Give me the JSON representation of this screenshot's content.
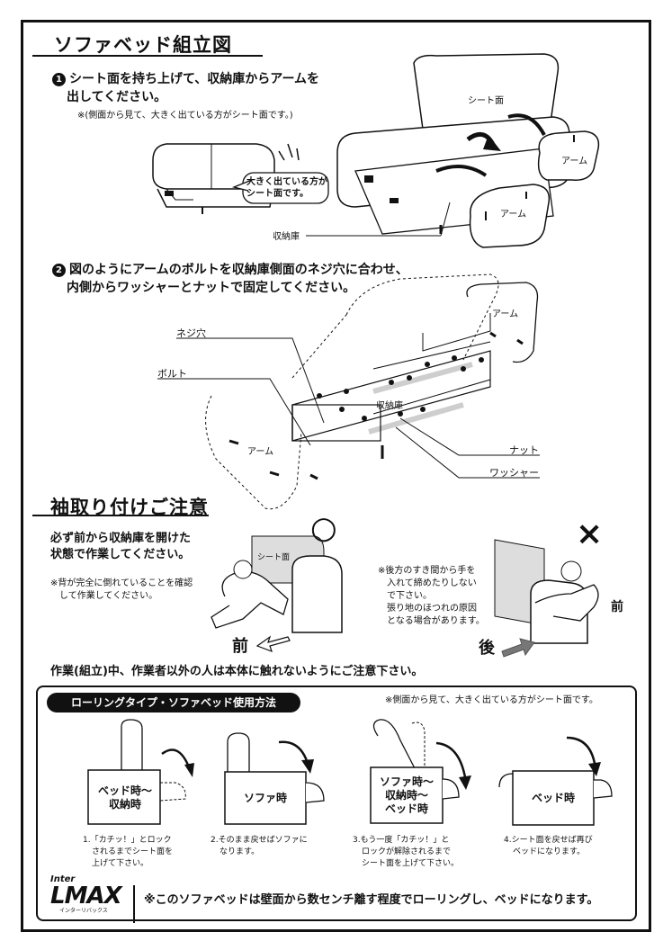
{
  "page": {
    "title": "ソファベッド組立図",
    "step1": {
      "num": "1",
      "line1": "シート面を持ち上げて、収納庫からアームを",
      "line2": "出してください。",
      "note": "※(側面から見て、大きく出ている方がシート面です。)",
      "callout_line1": "大きく出ている方が",
      "callout_line2": "シート面です。",
      "label_seat": "シート面",
      "label_arm1": "アーム",
      "label_arm2": "アーム",
      "label_storage": "収納庫"
    },
    "step2": {
      "num": "2",
      "line1": "図のようにアームのボルトを収納庫側面のネジ穴に合わせ、",
      "line2": "内側からワッシャーとナットで固定してください。",
      "label_screwhole": "ネジ穴",
      "label_bolt": "ボルト",
      "label_arm_right": "アーム",
      "label_arm_left": "アーム",
      "label_storage": "収納庫",
      "label_nut": "ナット",
      "label_washer": "ワッシャー"
    },
    "sleeve": {
      "heading": "袖取り付けご注意",
      "line1": "必ず前から収納庫を開けた",
      "line2": "状態で作業してください。",
      "note1": "※背が完全に倒れていることを確認",
      "note2": "して作業してください。",
      "ok_mark": "○",
      "ng_mark": "×",
      "label_seat": "シート面",
      "label_front_left": "前",
      "label_back": "後",
      "label_front_right": "前",
      "warn_lines": [
        "※後方のすき間から手を",
        "入れて締めたりしない",
        "で下さい。",
        "張り地のほつれの原因",
        "となる場合があります。"
      ]
    },
    "caution": "作業(組立)中、作業者以外の人は本体に触れないようにご注意下さい。",
    "rolling": {
      "title": "ローリングタイプ・ソファベッド使用方法",
      "note": "※側面から見て、大きく出ている方がシート面です。",
      "panels": [
        {
          "box_lines": [
            "ベッド時～",
            "収納時"
          ],
          "caption": [
            "1.「カチッ！」とロック",
            "されるまでシート面を",
            "上げて下さい。"
          ]
        },
        {
          "box_lines": [
            "ソファ時"
          ],
          "caption": [
            "2.そのまま戻せばソファに",
            "なります。"
          ]
        },
        {
          "box_lines": [
            "ソファ時～",
            "収納時～",
            "ベッド時"
          ],
          "caption": [
            "3.もう一度「カチッ！」と",
            "ロックが解除されるまで",
            "シート面を上げて下さい。"
          ]
        },
        {
          "box_lines": [
            "ベッド時"
          ],
          "caption": [
            "4.シート面を戻せば再び",
            "ベッドになります。"
          ]
        }
      ],
      "footer": "※このソファベッドは壁面から数センチ離す程度でローリングし、ベッドになります。"
    },
    "logo": {
      "top": "Inter",
      "main": "LMAX",
      "sub": "インターリバックス"
    }
  }
}
